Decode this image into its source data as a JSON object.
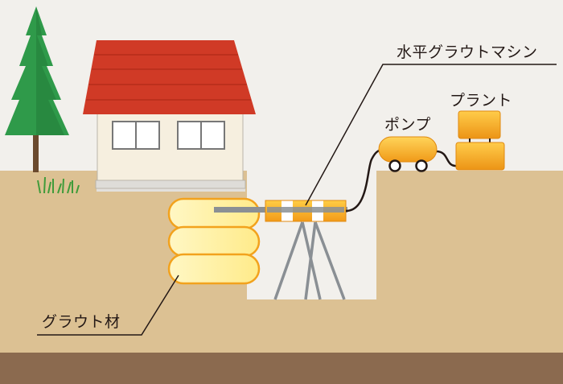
{
  "labels": {
    "machine": "水平グラウトマシン",
    "pump": "ポンプ",
    "plant": "プラント",
    "grout": "グラウト材"
  },
  "colors": {
    "background": "#f2f0ec",
    "soil": "#dcc193",
    "bedrock": "#8b6a4f",
    "roof": "#d03a26",
    "grout_fill": "#fff1a6",
    "grout_outline": "#f2a21d",
    "equipment": "#f2a21d",
    "tree": "#2f9a4a"
  }
}
